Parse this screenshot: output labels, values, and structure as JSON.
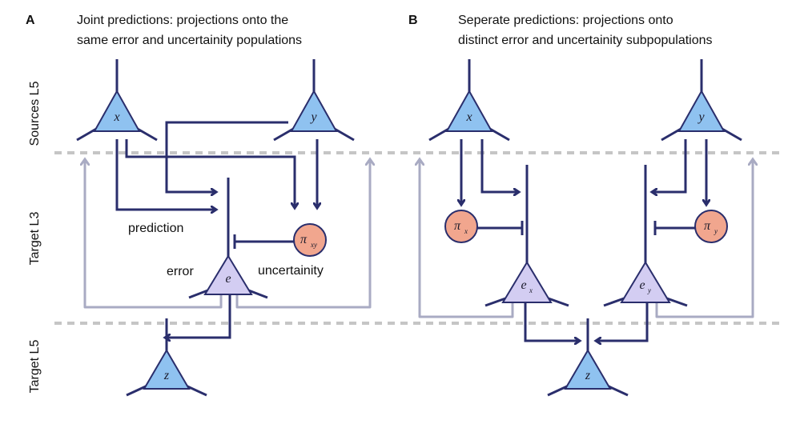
{
  "panels": [
    {
      "letter": "A",
      "title_line1": "Joint predictions: projections onto the",
      "title_line2": "same error and uncertainity populations"
    },
    {
      "letter": "B",
      "title_line1": "Seperate predictions: projections onto",
      "title_line2": "distinct error and uncertainity subpopulations"
    }
  ],
  "layers": [
    "Sources L5",
    "Target L3",
    "Target L5"
  ],
  "labels": {
    "prediction": "prediction",
    "error": "error",
    "uncertainity": "uncertainity"
  },
  "symbols": {
    "x": "x",
    "y": "y",
    "z": "z",
    "e": "e",
    "pi": "π",
    "sub_xy": "xy",
    "sub_x": "x",
    "sub_y": "y"
  },
  "colors": {
    "source_neuron": "#8fc2f0",
    "error_neuron": "#d3cdf2",
    "uncertainty_neuron": "#f1a68e",
    "connection": "#2a2e6c",
    "feedback": "#a9abc3",
    "layer_boundary": "#c5c5c5"
  }
}
